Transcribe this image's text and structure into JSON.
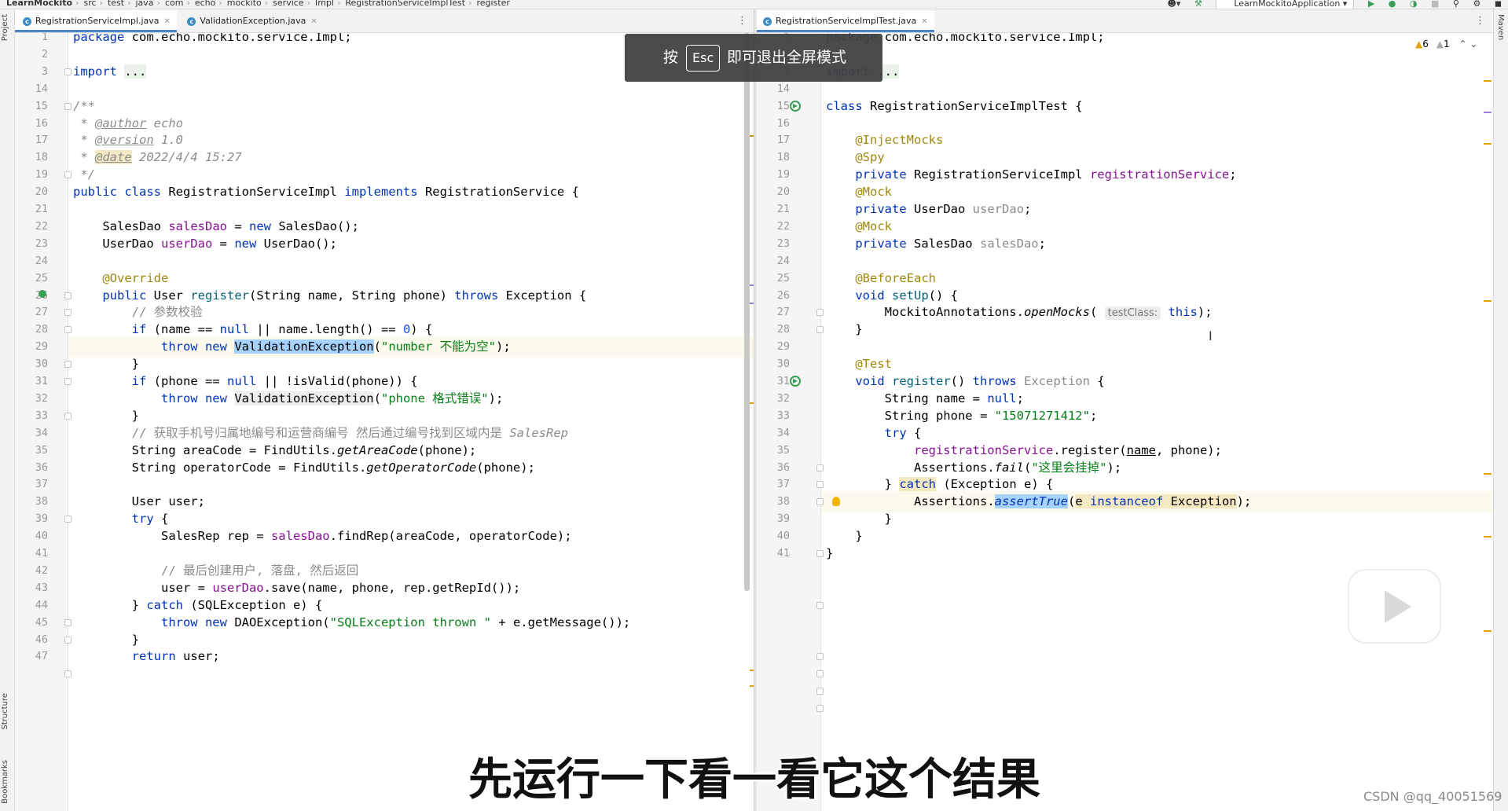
{
  "breadcrumb": [
    "LearnMockito",
    "src",
    "test",
    "java",
    "com",
    "echo",
    "mockito",
    "service",
    "Impl",
    "RegistrationServiceImplTest",
    "register"
  ],
  "run_config": "LearnMockitoApplication",
  "left_tool_labels": [
    "Project",
    "Structure",
    "Bookmarks"
  ],
  "right_tool_labels": [
    "Maven"
  ],
  "left_tabs": [
    {
      "label": "RegistrationServiceImpl.java",
      "active": true
    },
    {
      "label": "ValidationException.java",
      "active": false
    }
  ],
  "right_tabs": [
    {
      "label": "RegistrationServiceImplTest.java",
      "active": true
    }
  ],
  "inspections": {
    "warnings": "6",
    "weak": "1"
  },
  "toast": {
    "prefix": "按",
    "key": "Esc",
    "suffix": "即可退出全屏模式"
  },
  "subtitle": "先运行一下看一看它这个结果",
  "watermark": "CSDN @qq_40051569",
  "left_code": [
    {
      "n": "1",
      "html": "<span class='kw'>package</span> com.echo.mockito.service.Impl;"
    },
    {
      "n": "2",
      "html": ""
    },
    {
      "n": "3",
      "html": "<span class='kw'>import</span> <span style='background:#e8f2e8'>...</span>"
    },
    {
      "n": "14",
      "html": ""
    },
    {
      "n": "15",
      "html": "<span class='cm'>/**</span>"
    },
    {
      "n": "16",
      "html": "<span class='cm'> * </span><span class='tag'>@author</span><span class='cm'> echo</span>"
    },
    {
      "n": "17",
      "html": "<span class='cm'> * </span><span class='tag'>@version</span><span class='cm'> 1.0</span>"
    },
    {
      "n": "18",
      "html": "<span class='cm'> * </span><span class='tag' style='background:#f5e9c4'>@date</span><span class='cm'> 2022/4/4 15:27</span>"
    },
    {
      "n": "19",
      "html": "<span class='cm'> */</span>"
    },
    {
      "n": "20",
      "html": "<span class='kw'>public class</span> RegistrationServiceImpl <span class='kw'>implements</span> RegistrationService {"
    },
    {
      "n": "21",
      "html": ""
    },
    {
      "n": "22",
      "html": "    SalesDao <span class='fld'>salesDao</span> = <span class='kw'>new</span> SalesDao();"
    },
    {
      "n": "23",
      "html": "    UserDao <span class='fld'>userDao</span> = <span class='kw'>new</span> UserDao();"
    },
    {
      "n": "24",
      "html": ""
    },
    {
      "n": "25",
      "html": "    <span class='ann'>@Override</span>"
    },
    {
      "n": "26",
      "html": "    <span class='kw'>public</span> User <span style='color:#00627a'>register</span>(String name, String phone) <span class='kw'>throws</span> Exception {"
    },
    {
      "n": "27",
      "html": "        <span class='cmn'>// 参数校验</span>"
    },
    {
      "n": "28",
      "html": "        <span class='kw'>if</span> (name == <span class='kw'>null</span> || name.length() == <span class='num'>0</span>) {"
    },
    {
      "n": "29",
      "html": "            <span class='kw'>throw new</span> <span class='sel'>ValidationException</span>(<span class='str'>\"number 不能为空\"</span>);",
      "current": true
    },
    {
      "n": "30",
      "html": "        }"
    },
    {
      "n": "31",
      "html": "        <span class='kw'>if</span> (phone == <span class='kw'>null</span> || !isValid(phone)) {"
    },
    {
      "n": "32",
      "html": "            <span class='kw'>throw new</span> <span style='background:#ededed'>ValidationException</span>(<span class='str'>\"phone 格式错误\"</span>);"
    },
    {
      "n": "33",
      "html": "        }"
    },
    {
      "n": "34",
      "html": "        <span class='cmn'>// 获取手机号归属地编号和运营商编号 然后通过编号找到区域内是 </span><span class='cm'>SalesRep</span>"
    },
    {
      "n": "35",
      "html": "        String areaCode = FindUtils.<span class='ita'>getAreaCode</span>(phone);"
    },
    {
      "n": "36",
      "html": "        String operatorCode = FindUtils.<span class='ita'>getOperatorCode</span>(phone);"
    },
    {
      "n": "37",
      "html": ""
    },
    {
      "n": "38",
      "html": "        User user;"
    },
    {
      "n": "39",
      "html": "        <span class='kw'>try</span> {"
    },
    {
      "n": "40",
      "html": "            SalesRep rep = <span class='fld'>salesDao</span>.findRep(areaCode, operatorCode);"
    },
    {
      "n": "41",
      "html": ""
    },
    {
      "n": "42",
      "html": "            <span class='cmn'>// 最后创建用户, 落盘, 然后返回</span>"
    },
    {
      "n": "43",
      "html": "            user = <span class='fld'>userDao</span>.save(name, phone, rep.getRepId());"
    },
    {
      "n": "44",
      "html": "        } <span class='kw'>catch</span> (SQLException e) {"
    },
    {
      "n": "45",
      "html": "            <span class='kw'>throw new</span> DAOException(<span class='str'>\"SQLException thrown \"</span> + e.getMessage());"
    },
    {
      "n": "46",
      "html": "        }"
    },
    {
      "n": "47",
      "html": "        <span class='kw'>return</span> user;"
    }
  ],
  "right_code": [
    {
      "n": "1",
      "html": "<span class='kw'>package</span> com.echo.mockito.service.Impl;"
    },
    {
      "n": "2",
      "html": ""
    },
    {
      "n": "3",
      "html": "<span class='kw'>import</span> <span style='background:#e8f2e8'>...</span>"
    },
    {
      "n": "14",
      "html": ""
    },
    {
      "n": "15",
      "html": "<span class='kw'>class</span> RegistrationServiceImplTest {"
    },
    {
      "n": "16",
      "html": ""
    },
    {
      "n": "17",
      "html": "    <span class='ann'>@InjectMocks</span>"
    },
    {
      "n": "18",
      "html": "    <span class='ann'>@Spy</span>"
    },
    {
      "n": "19",
      "html": "    <span class='kw'>private</span> RegistrationServiceImpl <span class='fld'>registrationService</span>;"
    },
    {
      "n": "20",
      "html": "    <span class='ann'>@Mock</span>"
    },
    {
      "n": "21",
      "html": "    <span class='kw'>private</span> UserDao <span class='gray'>userDao</span>;"
    },
    {
      "n": "22",
      "html": "    <span class='ann'>@Mock</span>"
    },
    {
      "n": "23",
      "html": "    <span class='kw'>private</span> SalesDao <span class='gray'>salesDao</span>;"
    },
    {
      "n": "24",
      "html": ""
    },
    {
      "n": "25",
      "html": "    <span class='ann'>@BeforeEach</span>"
    },
    {
      "n": "26",
      "html": "    <span class='kw'>void</span> <span style='color:#00627a'>setUp</span>() {"
    },
    {
      "n": "27",
      "html": "        MockitoAnnotations.<span class='ita'>openMocks</span>( <span class='hint'>testClass:</span> <span class='kw'>this</span>);"
    },
    {
      "n": "28",
      "html": "    }"
    },
    {
      "n": "29",
      "html": ""
    },
    {
      "n": "30",
      "html": "    <span class='ann'>@Test</span>"
    },
    {
      "n": "31",
      "html": "    <span class='kw'>void</span> <span style='color:#00627a'>register</span>() <span class='kw'>throws</span> <span class='gray'>Exception</span> {"
    },
    {
      "n": "32",
      "html": "        String name = <span class='kw'>null</span>;"
    },
    {
      "n": "33",
      "html": "        String phone = <span class='str'>\"15071271412\"</span>;"
    },
    {
      "n": "34",
      "html": "        <span class='kw'>try</span> {"
    },
    {
      "n": "35",
      "html": "            <span class='fld'>registrationService</span>.register(<u>name</u>, phone);"
    },
    {
      "n": "36",
      "html": "            Assertions.<span class='ita'>fail</span>(<span class='str'>\"这里会挂掉\"</span>);"
    },
    {
      "n": "37",
      "html": "        } <span class='kw' style='background:#f5e9c4'>catch</span> (Exception e) {"
    },
    {
      "n": "38",
      "html": "            Assertions.<span class='ita sel' style='color:#0033b3'>assertTrue</span>(<span style='background:#f5e9c4'>e <span class='kw'>instanceof</span> Exception</span>);",
      "current": true
    },
    {
      "n": "39",
      "html": "        }"
    },
    {
      "n": "40",
      "html": "    }"
    },
    {
      "n": "41",
      "html": "}"
    }
  ]
}
